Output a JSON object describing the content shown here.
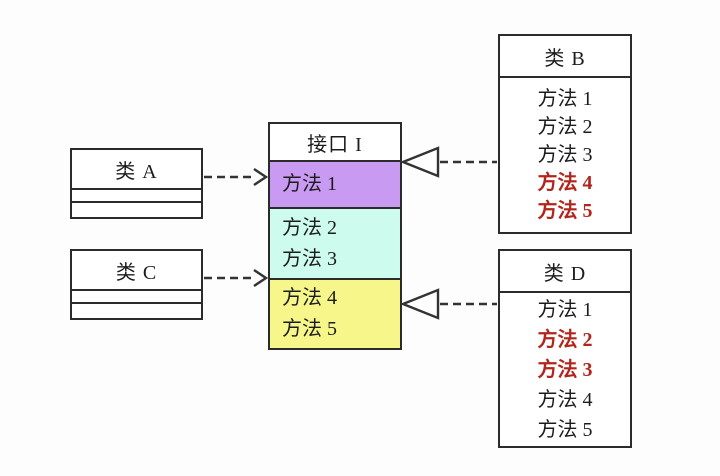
{
  "diagram": {
    "class_a": {
      "title": "类 A"
    },
    "class_c": {
      "title": "类 C"
    },
    "interface_i": {
      "title": "接口 I",
      "segments": [
        {
          "color": "#c99af2",
          "methods": [
            "方法 1"
          ]
        },
        {
          "color": "#cdfcee",
          "methods": [
            "方法 2",
            "方法 3"
          ]
        },
        {
          "color": "#f6f68b",
          "methods": [
            "方法 4",
            "方法 5"
          ]
        }
      ]
    },
    "class_b": {
      "title": "类 B",
      "methods": [
        {
          "label": "方法 1",
          "red": false
        },
        {
          "label": "方法 2",
          "red": false
        },
        {
          "label": "方法 3",
          "red": false
        },
        {
          "label": "方法 4",
          "red": true
        },
        {
          "label": "方法 5",
          "red": true
        }
      ]
    },
    "class_d": {
      "title": "类 D",
      "methods": [
        {
          "label": "方法 1",
          "red": false
        },
        {
          "label": "方法 2",
          "red": true
        },
        {
          "label": "方法 3",
          "red": true
        },
        {
          "label": "方法 4",
          "red": false
        },
        {
          "label": "方法 5",
          "red": false
        }
      ]
    },
    "relations": [
      {
        "from": "类 A",
        "to": "接口 I",
        "type": "dashed-dependency-arrow"
      },
      {
        "from": "类 C",
        "to": "接口 I",
        "type": "dashed-dependency-arrow"
      },
      {
        "from": "类 B",
        "to": "接口 I",
        "type": "dashed-realization-hollow-triangle"
      },
      {
        "from": "类 D",
        "to": "接口 I",
        "type": "dashed-realization-hollow-triangle"
      }
    ],
    "colors": {
      "segment_purple": "#c99af2",
      "segment_cyan": "#cdfcee",
      "segment_yellow": "#f6f68b",
      "highlight_red": "#b2251d",
      "border": "#2b2b2b",
      "background": "#fdfdfd"
    }
  }
}
